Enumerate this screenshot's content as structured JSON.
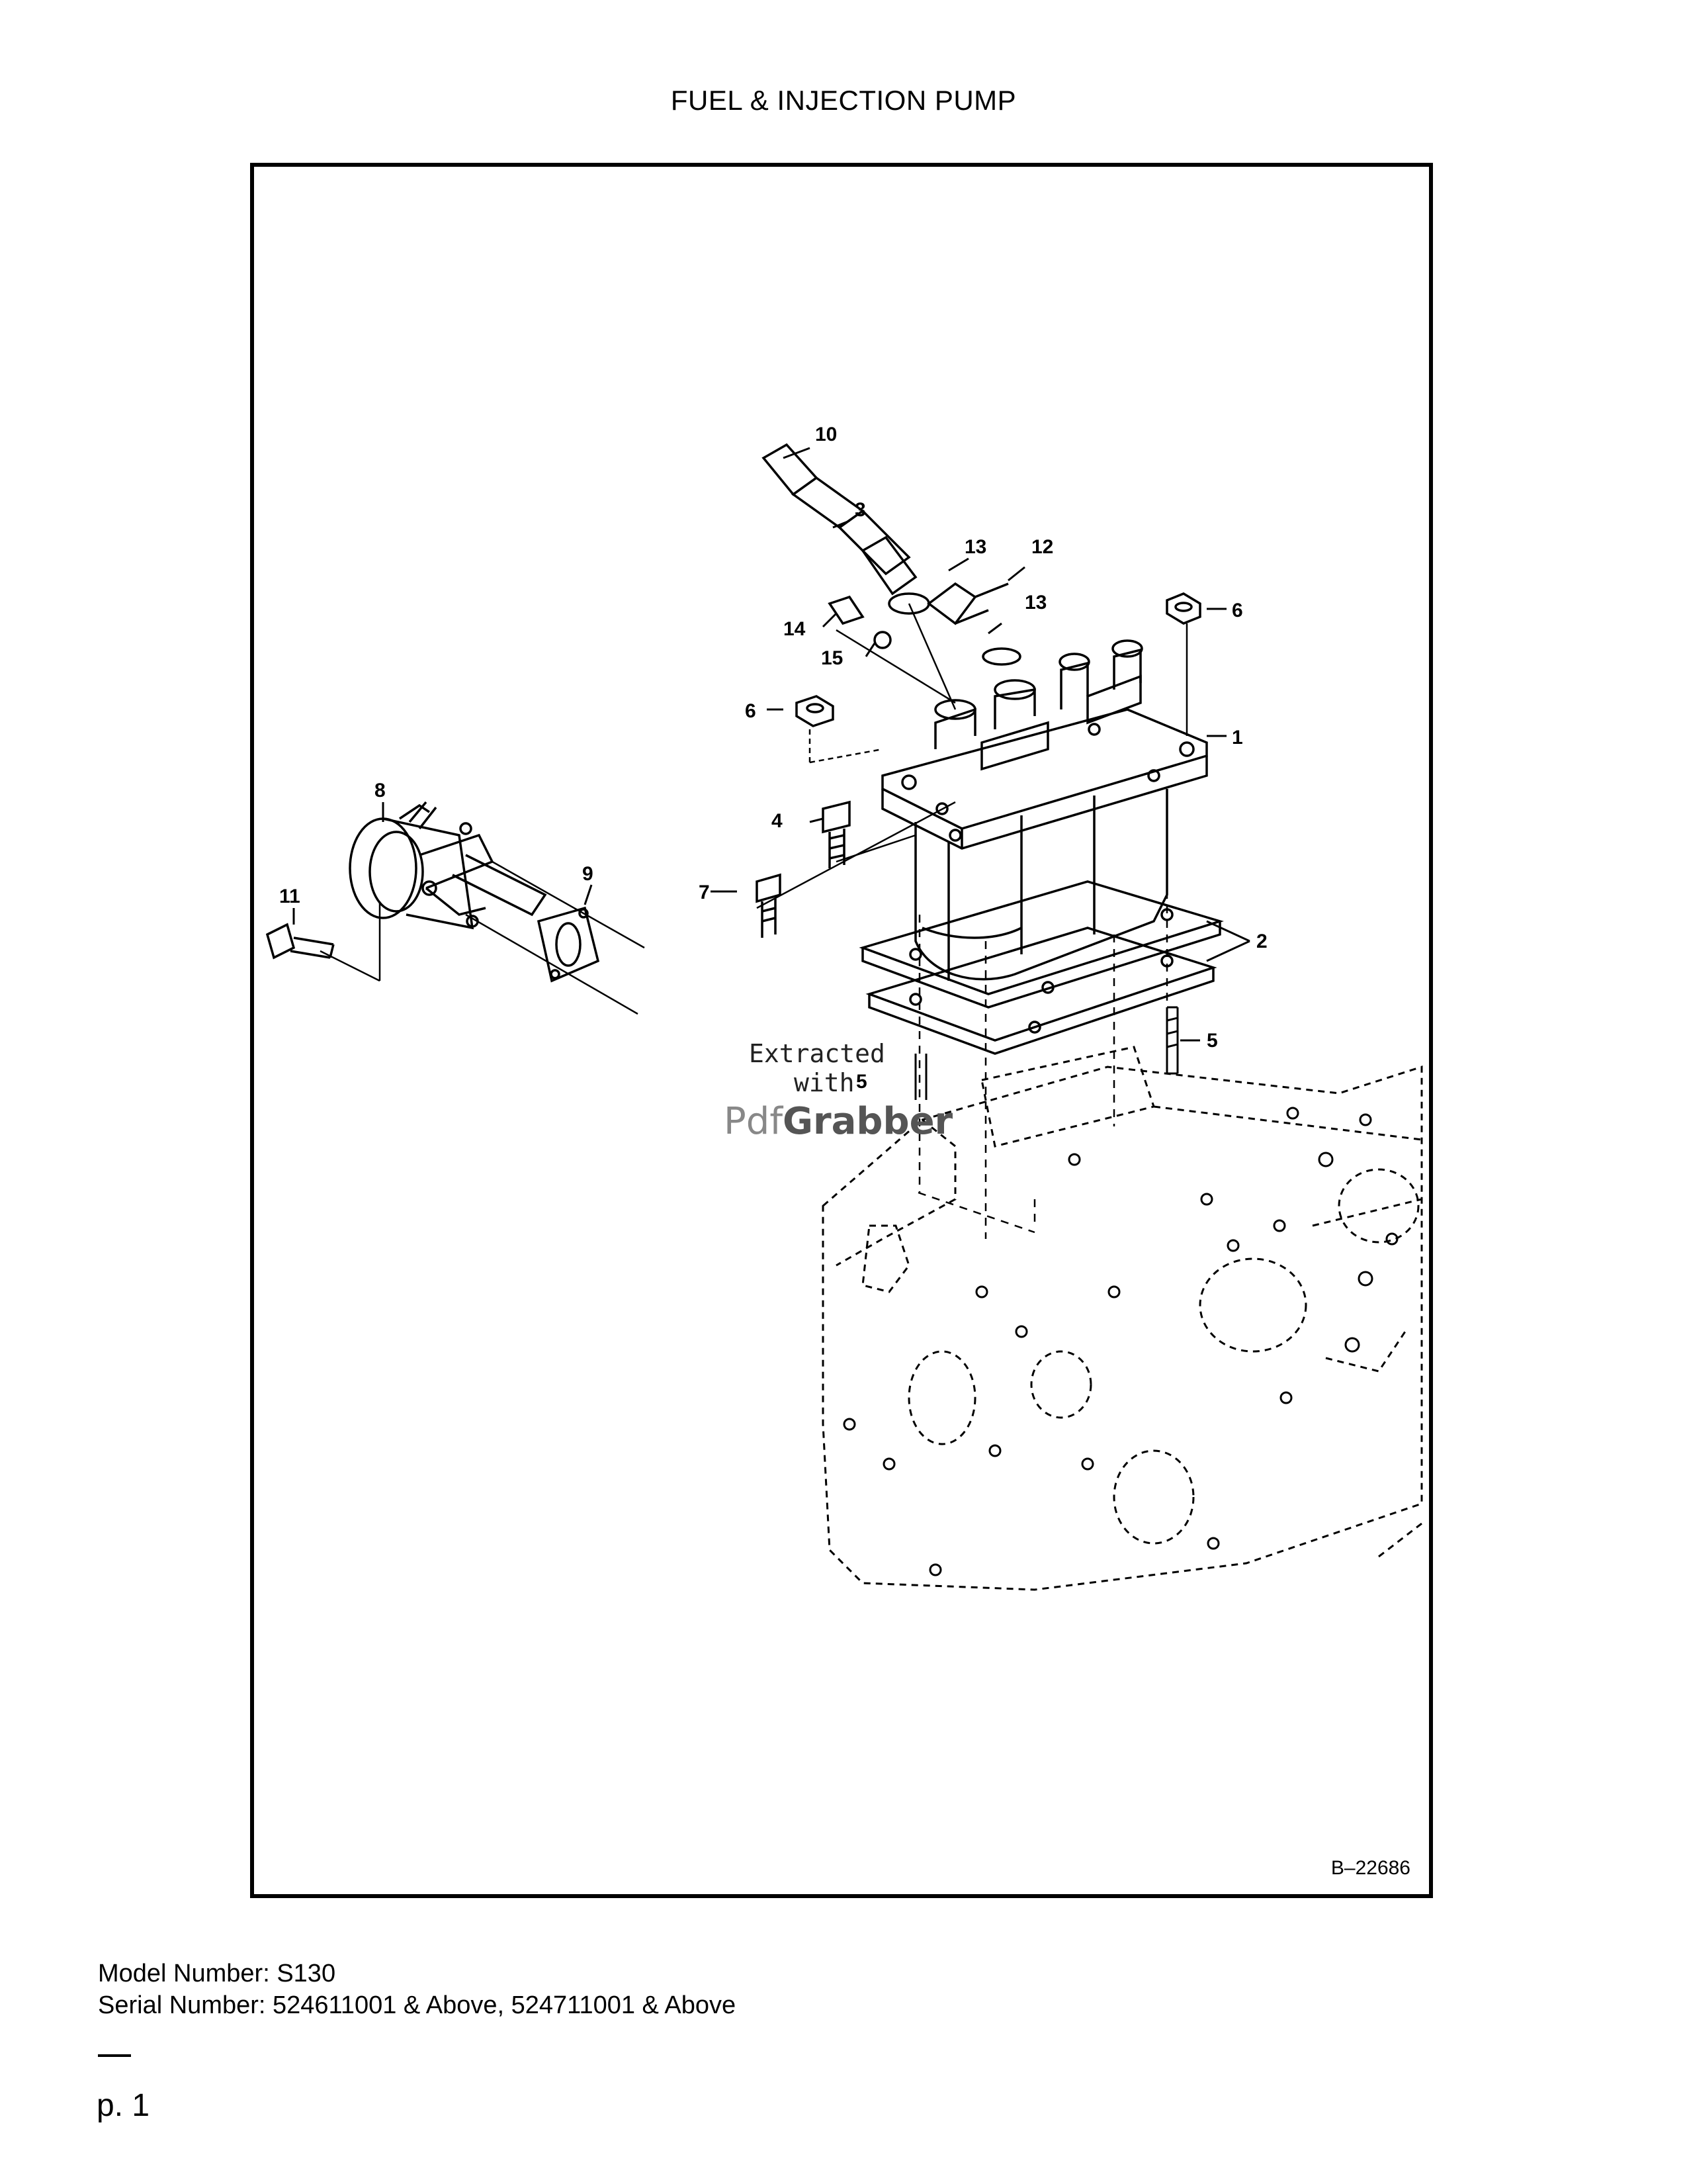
{
  "page": {
    "title": "FUEL & INJECTION PUMP",
    "drawing_id": "B–22686",
    "model_label": "Model Number:",
    "model_value": "S130",
    "serial_label": "Serial Number:",
    "serial_value": "524611001 & Above, 524711001 & Above",
    "page_number": "p. 1"
  },
  "watermark": {
    "line1": "Extracted",
    "line2": "with",
    "brand_prefix": "Pdf",
    "brand_suffix": "Grabber"
  },
  "callouts": [
    "1",
    "2",
    "3",
    "4",
    "5",
    "5",
    "6",
    "6",
    "7",
    "8",
    "9",
    "10",
    "11",
    "12",
    "13",
    "13",
    "14",
    "15"
  ]
}
